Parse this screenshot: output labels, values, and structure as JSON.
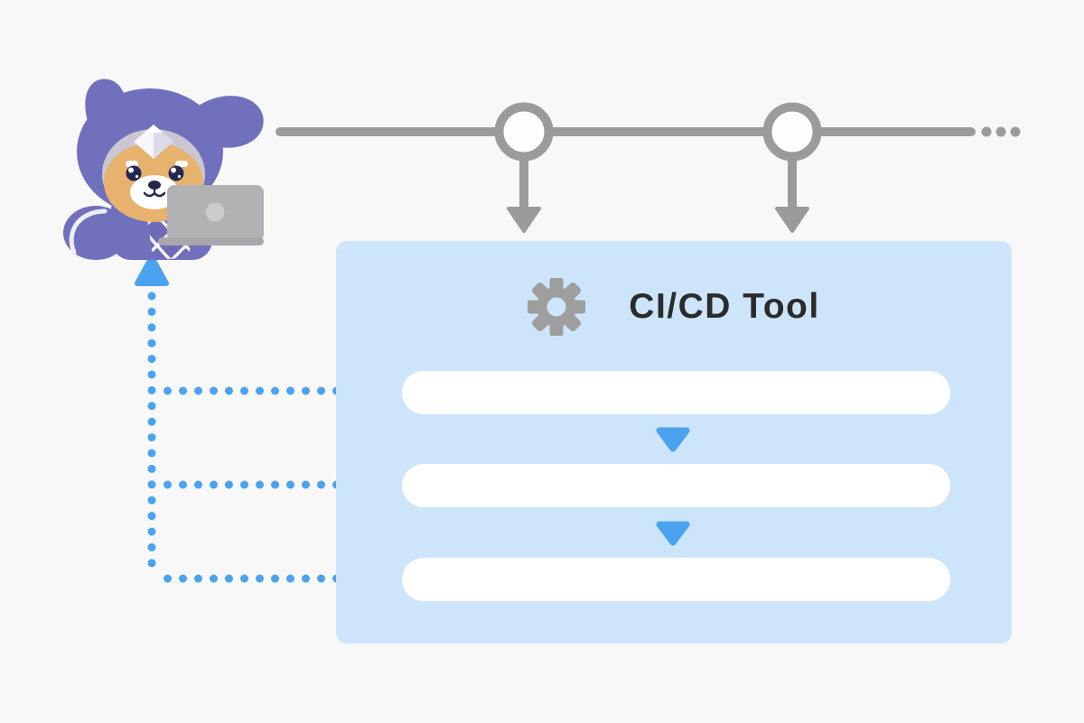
{
  "diagram": {
    "kind": "ci-cd-workflow-diagram",
    "panel": {
      "title": "CI/CD Tool",
      "title_icon": "gear-icon",
      "stage_count": 3,
      "stage_separator_icon": "triangle-down-icon"
    },
    "timeline": {
      "commit_node_count": 2,
      "trailing_icon": "ellipsis-icon",
      "branch_arrow_icon": "down-arrow-icon"
    },
    "feedback": {
      "arrow_icon": "up-arrow-icon",
      "dotted_line_count": 3
    },
    "mascot": {
      "icon": "ninja-dog-developer-icon",
      "accessory_icon": "laptop-icon"
    },
    "colors": {
      "background": "#f8f8f8",
      "panel_blue": "#cde5fa",
      "accent_blue": "#4ba3ef",
      "line_gray": "#9b9b9b",
      "gear_gray": "#9e9e9e",
      "stage_bar_white": "#ffffff",
      "title_text": "#2b2b2b",
      "mascot_purple": "#7170bd",
      "mascot_face_tan": "#e7b16e",
      "helmet_silver": "#c9c8d2",
      "laptop_gray": "#b2b1b4"
    }
  }
}
